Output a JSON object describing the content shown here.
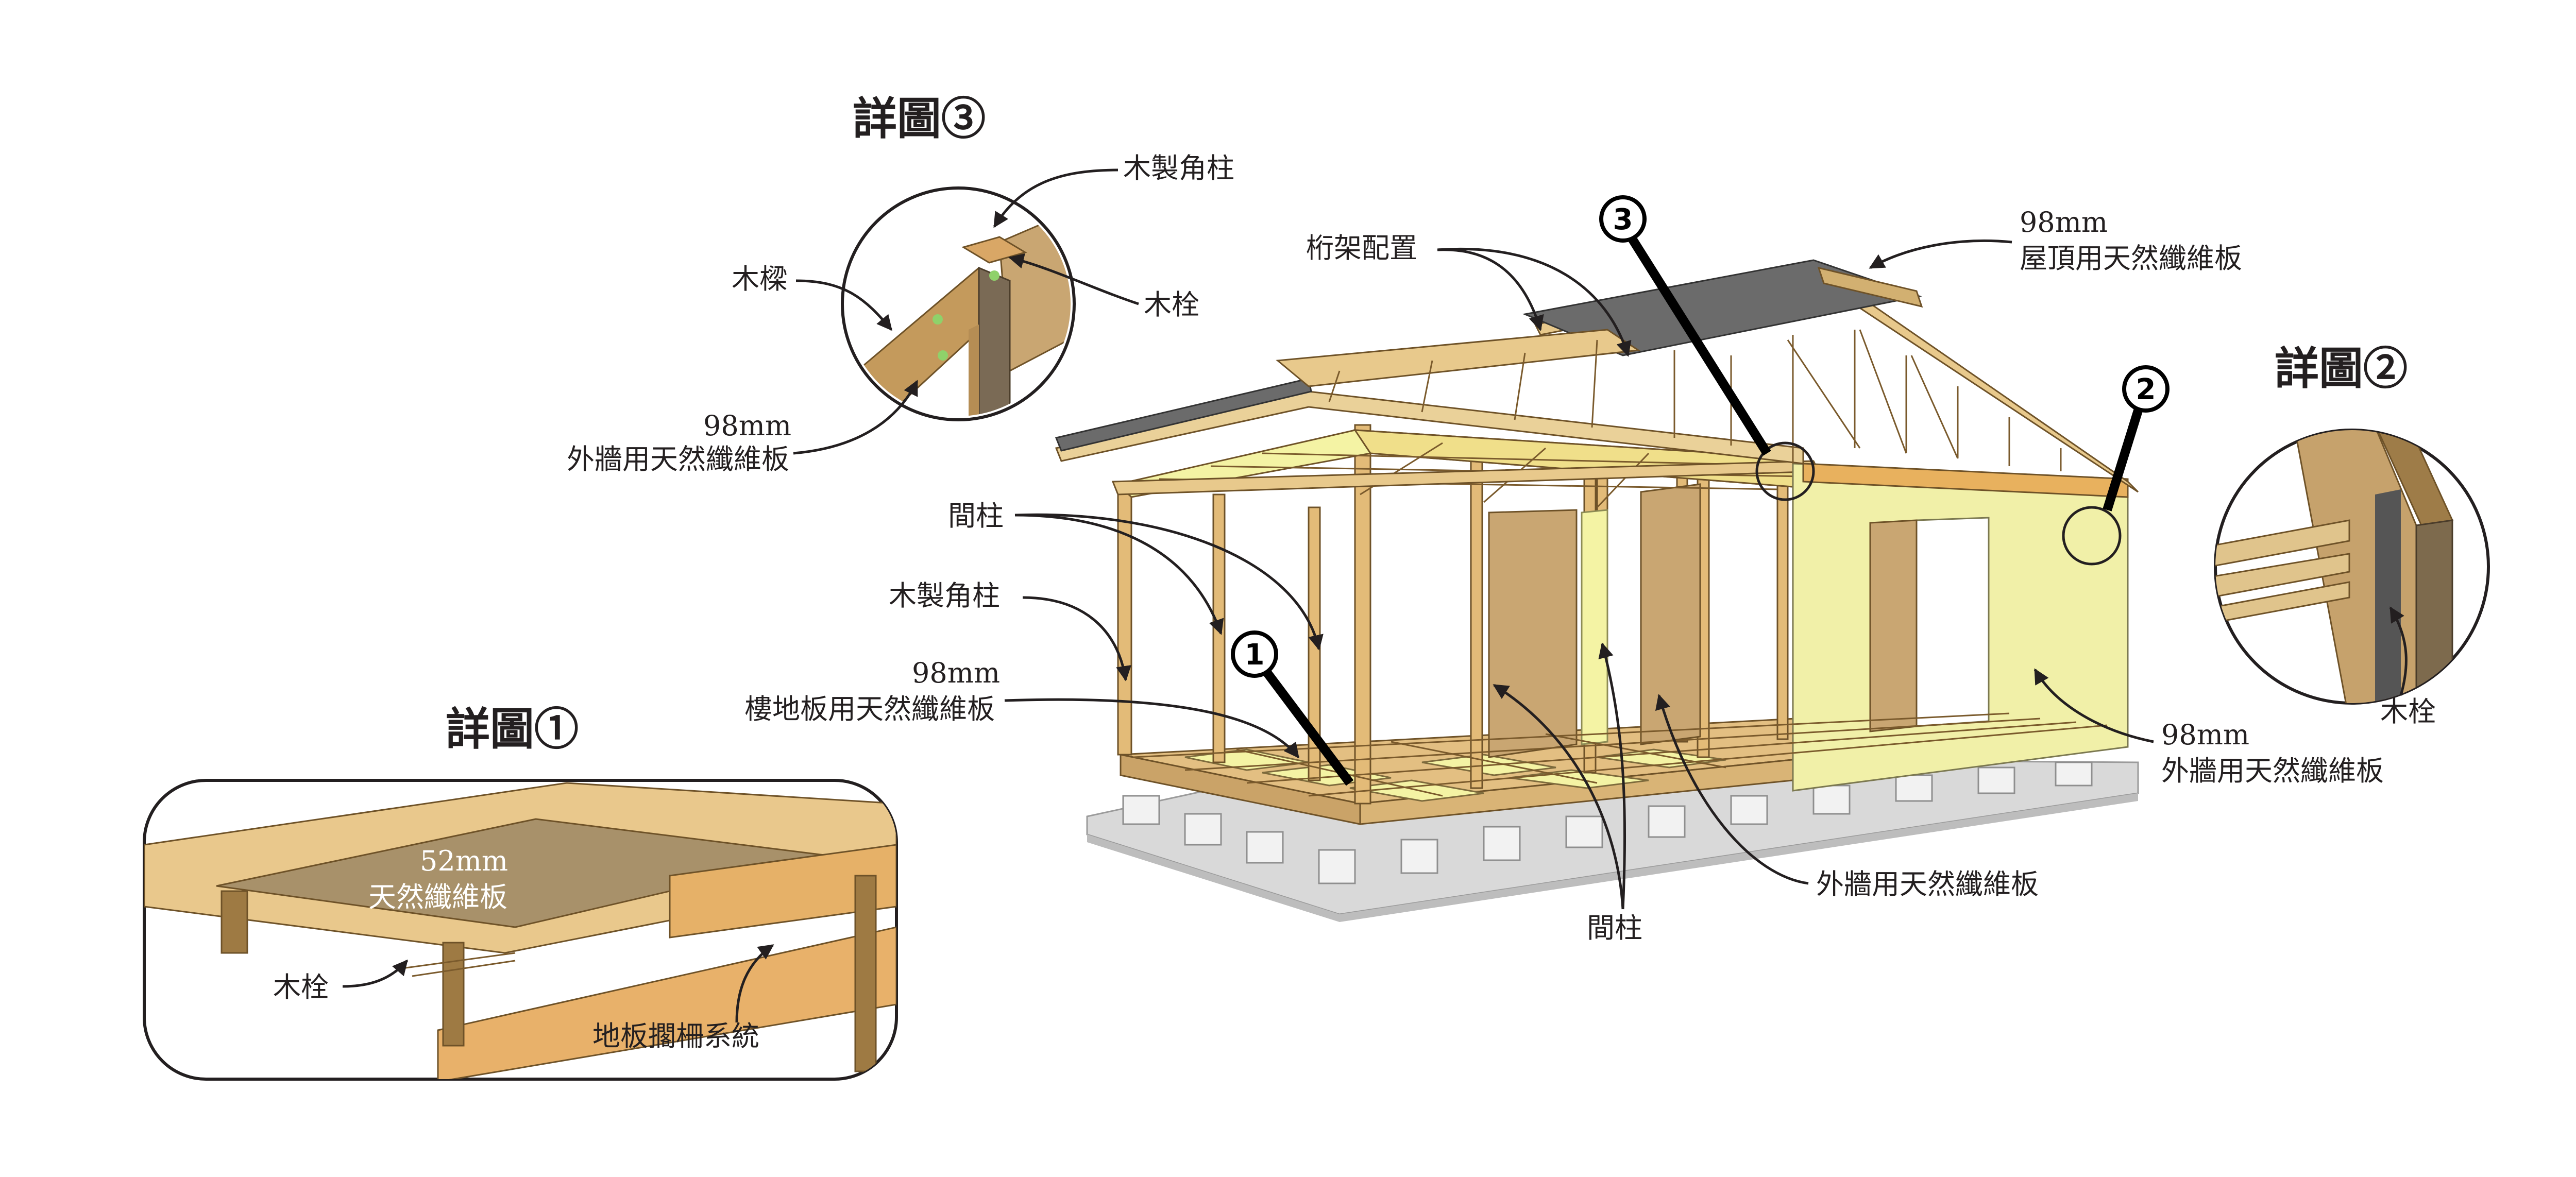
{
  "detail1": {
    "title": "詳圖①",
    "board_thickness": "52mm",
    "board_name": "天然纖維板",
    "dowel": "木栓",
    "joist_system": "地板擱柵系統"
  },
  "detail2": {
    "title": "詳圖②",
    "dowel": "木栓"
  },
  "detail3": {
    "title": "詳圖③",
    "corner_post": "木製角柱",
    "beam": "木樑",
    "dowel": "木栓",
    "wall_thickness": "98mm",
    "wall_board": "外牆用天然纖維板"
  },
  "main": {
    "truss": "桁架配置",
    "roof_thickness": "98mm",
    "roof_board": "屋頂用天然纖維板",
    "stud_left": "間柱",
    "corner_post": "木製角柱",
    "floor_thickness": "98mm",
    "floor_board": "樓地板用天然纖維板",
    "stud_bottom": "間柱",
    "exterior_wall_bottom": "外牆用天然纖維板",
    "right_wall_thickness": "98mm",
    "right_wall_board": "外牆用天然纖維板"
  },
  "badges": {
    "one": "1",
    "two": "2",
    "three": "3"
  }
}
